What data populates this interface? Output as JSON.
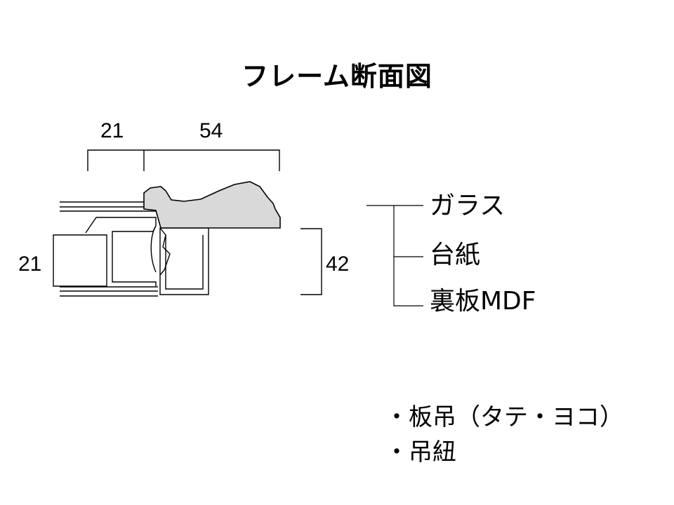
{
  "title": "フレーム断面図",
  "dimensions": {
    "top_left": "21",
    "top_right": "54",
    "left_side": "21",
    "right_side": "42"
  },
  "layers": [
    "ガラス",
    "台紙",
    "裏板MDF"
  ],
  "notes": [
    "・板吊（タテ・ヨコ）",
    "・吊紐"
  ],
  "colors": {
    "molding_fill": "#d9d9d9",
    "line": "#000000"
  }
}
